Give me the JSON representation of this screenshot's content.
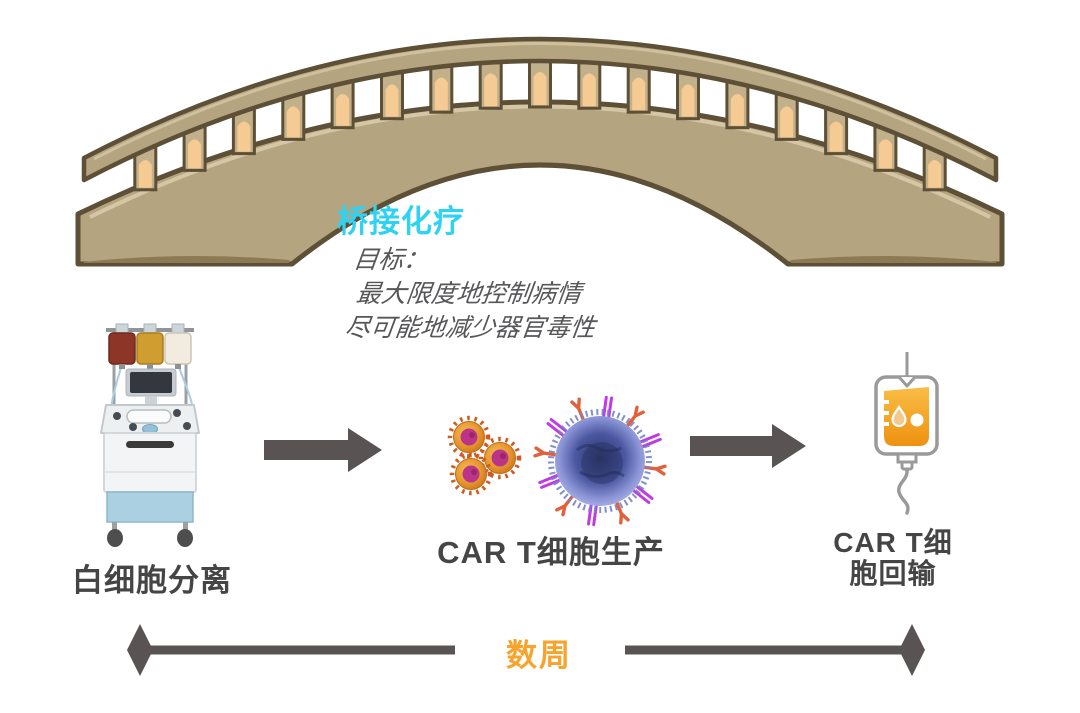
{
  "bridge_section": {
    "title": "桥接化疗",
    "goal_heading": "目标：",
    "goal_line1": "最大限度地控制病情",
    "goal_line2": "尽可能地减少器官毒性"
  },
  "steps": {
    "leukapheresis": {
      "label": "白细胞分离"
    },
    "production": {
      "label": "CAR T细胞生产"
    },
    "reinfusion": {
      "label_line1": "CAR T细",
      "label_line2": "胞回输"
    }
  },
  "timeline": {
    "duration_label": "数周"
  },
  "icons": [
    "bridge-icon",
    "apheresis-machine-icon",
    "lentivirus-icon",
    "car-t-cell-icon",
    "iv-bag-icon",
    "arrow-right-icon",
    "timeline-double-arrow-icon"
  ],
  "colors": {
    "title_cyan": "#2ed2f3",
    "goal_text_gray": "#57575a",
    "label_gray": "#454545",
    "duration_orange": "#f8a42c",
    "arrow_gray": "#5a5353",
    "bridge_tan": "#b5a480",
    "bridge_outline_brown": "#5d5037",
    "baluster_peach": "#f5cb93",
    "cell_blue": "#4b57a0",
    "virus_orange": "#e6962e",
    "virus_core_magenta": "#bc3487",
    "bag_liquid_orange": "#f3a326"
  }
}
